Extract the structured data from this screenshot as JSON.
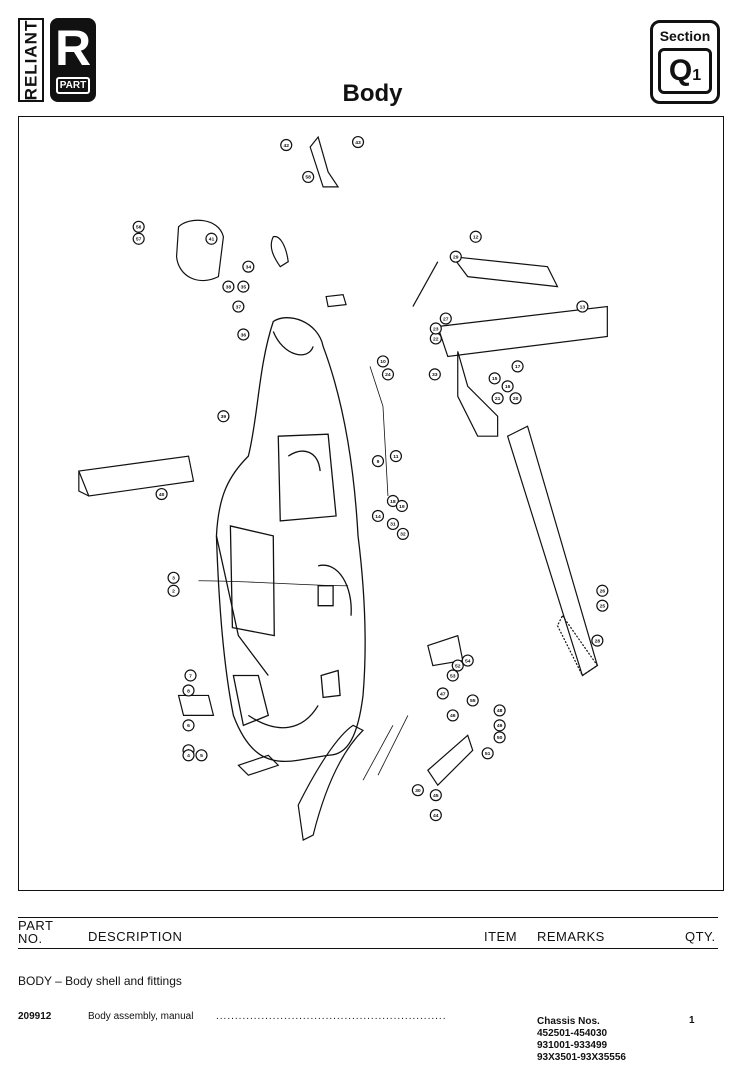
{
  "logo": {
    "brand_text": "RELIANT",
    "badge_letter": "R",
    "badge_word": "PART"
  },
  "page_title": "Body",
  "section": {
    "label": "Section",
    "letter": "Q",
    "number": "1"
  },
  "diagram": {
    "callouts": [
      "1",
      "2",
      "3",
      "4",
      "5",
      "6",
      "7",
      "8",
      "9",
      "10",
      "11",
      "12",
      "13",
      "14",
      "15",
      "16",
      "17",
      "18",
      "19",
      "20",
      "21",
      "22",
      "23",
      "24",
      "25",
      "26",
      "27",
      "28",
      "29",
      "30",
      "31",
      "32",
      "33",
      "34",
      "35",
      "36",
      "37",
      "38",
      "39",
      "40",
      "41",
      "42",
      "43",
      "44",
      "45",
      "46",
      "47",
      "48",
      "49",
      "50",
      "51",
      "52",
      "53",
      "54",
      "55",
      "56",
      "57",
      "58"
    ]
  },
  "table": {
    "headers": {
      "part_no": "PART NO.",
      "description": "DESCRIPTION",
      "item": "ITEM",
      "remarks": "REMARKS",
      "qty": "QTY."
    },
    "group_title": "BODY – Body shell and fittings",
    "rows": [
      {
        "part_no": "209912",
        "description": "Body assembly, manual",
        "dots": "......................................................................",
        "remarks": [
          "Chassis Nos.",
          "452501-454030",
          "931001-933499",
          "93X3501-93X35556"
        ],
        "qty": "1"
      }
    ]
  }
}
